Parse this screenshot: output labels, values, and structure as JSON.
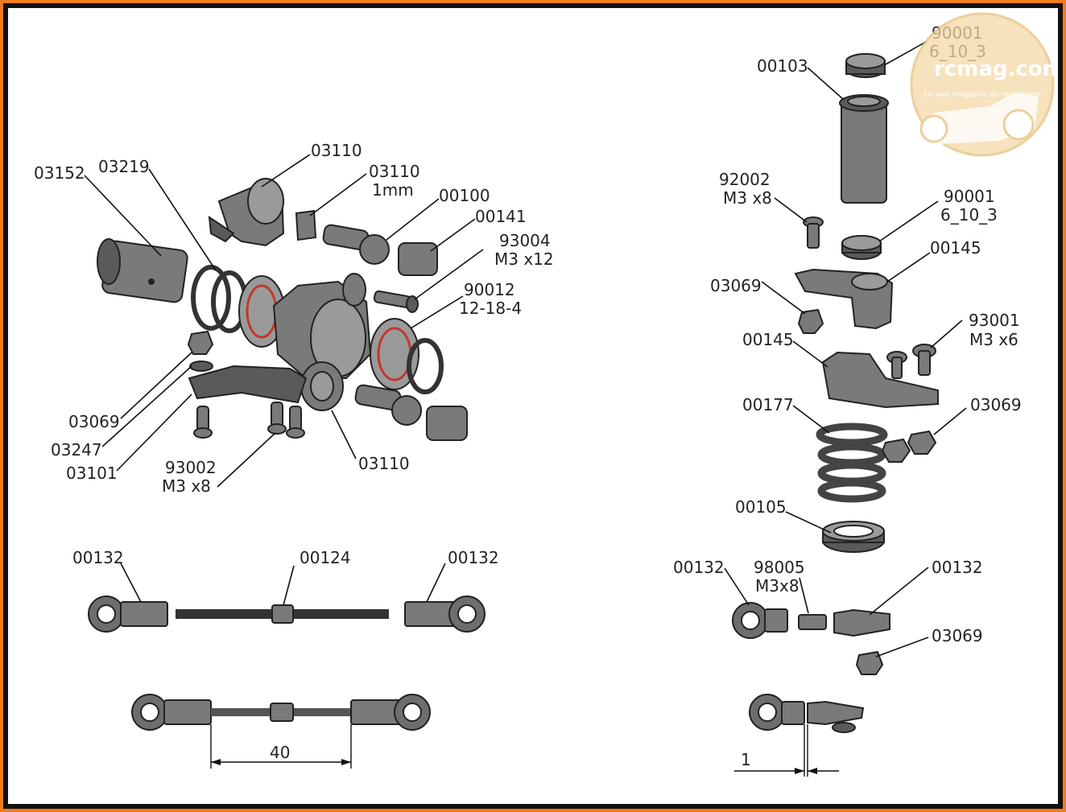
{
  "labels": {
    "l03110a": "03110",
    "l03110b": "03110",
    "l03110b_sub": "1mm",
    "l03152": "03152",
    "l03219": "03219",
    "l00100": "00100",
    "l00141": "00141",
    "l93004": "93004",
    "l93004_sub": "M3 x12",
    "l90012": "90012",
    "l90012_sub": "12-18-4",
    "l03069a": "03069",
    "l03247": "03247",
    "l03101": "03101",
    "l93002": "93002",
    "l93002_sub": "M3 x8",
    "l03110c": "03110",
    "l00132a": "00132",
    "l00124": "00124",
    "l00132b": "00132",
    "dim40": "40",
    "l00103": "00103",
    "l90001a": "90001",
    "l90001a_sub": "6_10_3",
    "l92002": "92002",
    "l92002_sub": "M3 x8",
    "l90001b": "90001",
    "l90001b_sub": "6_10_3",
    "l00145a": "00145",
    "l03069b": "03069",
    "l93001": "93001",
    "l93001_sub": "M3 x6",
    "l00145b": "00145",
    "l00177": "00177",
    "l03069c": "03069",
    "l00105": "00105",
    "l00132c": "00132",
    "l98005": "98005",
    "l98005_sub": "M3x8",
    "l00132d": "00132",
    "l03069d": "03069",
    "dim1": "1"
  },
  "watermark": {
    "site": "rcmag.com",
    "tagline": "Le web magazine du modélisme"
  },
  "colors": {
    "border_orange": "#f07c1e",
    "frame_black": "#111111",
    "part_gray": "#6e6e6e",
    "bearing_seal": "#c0392b"
  }
}
